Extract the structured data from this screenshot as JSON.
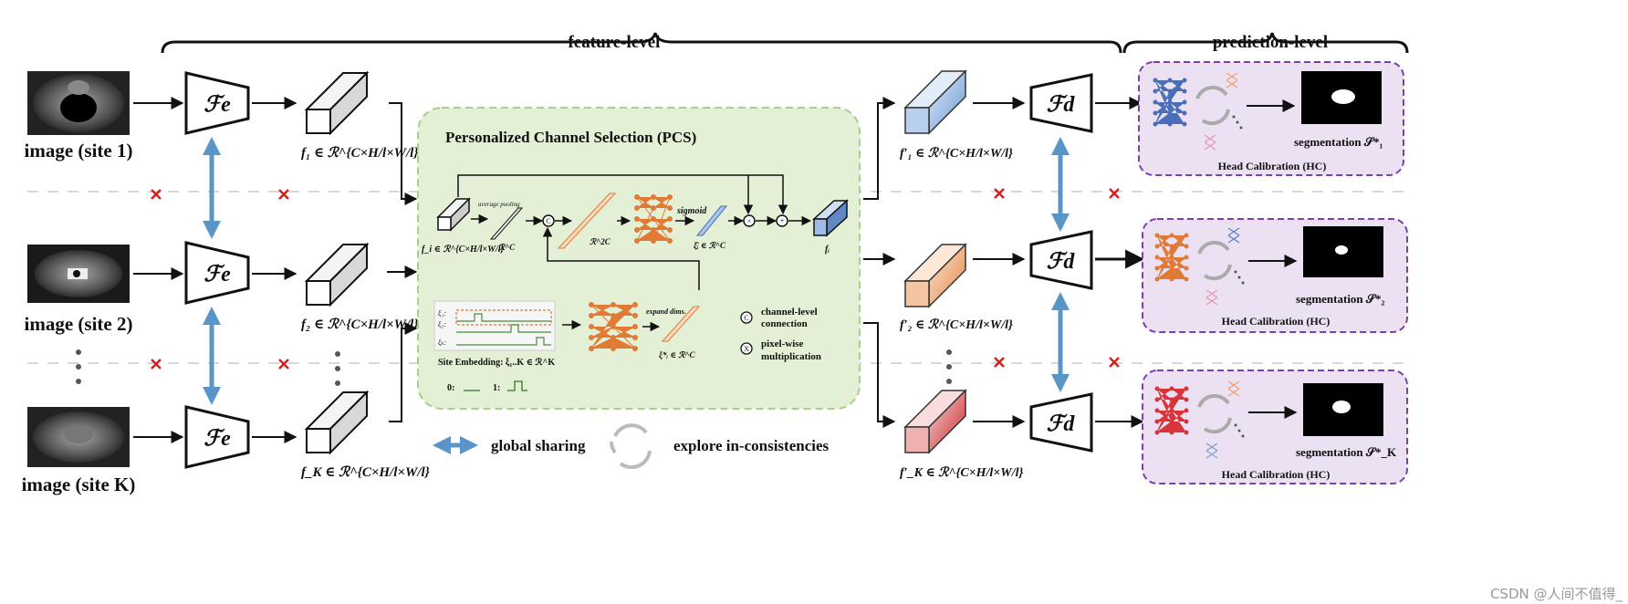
{
  "headers": {
    "feature": "feature-level",
    "prediction": "prediction-level"
  },
  "sites": [
    {
      "label": "image (site 1)",
      "feat": "f₁ ∈ ℛ^{C×H/l×W/l}"
    },
    {
      "label": "image (site 2)",
      "feat": "f₂ ∈ ℛ^{C×H/l×W/l}"
    },
    {
      "label": "image (site K)",
      "feat": "f_K ∈ ℛ^{C×H/l×W/l}"
    }
  ],
  "encoder_label": "ℱe",
  "decoder_label": "ℱd",
  "pcs": {
    "title": "Personalized Channel Selection (PCS)",
    "input": "f_i ∈ ℛ^{C×H/l×W/l}",
    "avg_pool": "average pooling",
    "rc": "ℛ^C",
    "r2c": "ℛ^2C",
    "sigmoid": "sigmoid",
    "xi_hat": "ξ̂ᵢ ∈ ℛ^C",
    "out": "fᵢ",
    "expand": "expand dims.",
    "xi_star": "ξ*ᵢ ∈ ℛ^C",
    "site_embedding": "Site Embedding: ξ₁..K ∈ ℛ^K",
    "embed_rows": [
      "ξ₁:",
      "ξ₂:",
      "ξₖ:"
    ],
    "bit0": "0:",
    "bit1": "1:",
    "legend_c_symbol": "C",
    "legend_c": [
      "channel-level",
      "connection"
    ],
    "legend_x_symbol": "X",
    "legend_x": [
      "pixel-wise",
      "multiplication"
    ]
  },
  "bottom_legend": {
    "global": "global sharing",
    "explore": "explore  in-consistencies"
  },
  "personalized_feats": [
    "f′₁ ∈ ℛ^{C×H/l×W/l}",
    "f′₂ ∈ ℛ^{C×H/l×W/l}",
    "f′_K ∈ ℛ^{C×H/l×W/l}"
  ],
  "hc": {
    "title": "Head Calibration (HC)",
    "segs": [
      "segmentation 𝒮*₁",
      "segmentation 𝒮*₂",
      "segmentation 𝒮*_K"
    ]
  },
  "watermark": "CSDN @人间不值得_",
  "colors": {
    "pcs_bg": "#e3f0d5",
    "pcs_border": "#a8cf8b",
    "hc_bg": "#ece0f3",
    "hc_border": "#7a3fb3",
    "arrow_blue": "#5a95c8",
    "cross": "#d42020",
    "blue": "#4a6fb8",
    "orange": "#e07a35",
    "red": "#d8353a",
    "pink": "#e59ab0"
  }
}
